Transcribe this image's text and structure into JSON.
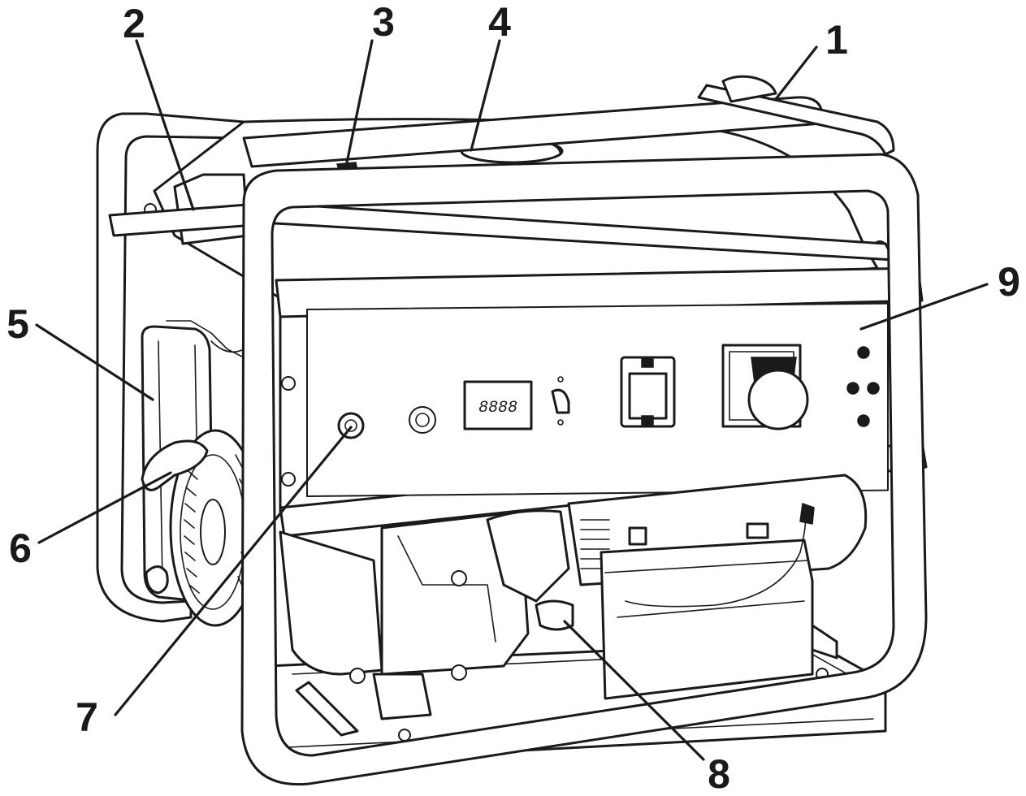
{
  "callouts": [
    {
      "id": "1",
      "label": "1"
    },
    {
      "id": "2",
      "label": "2"
    },
    {
      "id": "3",
      "label": "3"
    },
    {
      "id": "4",
      "label": "4"
    },
    {
      "id": "5",
      "label": "5"
    },
    {
      "id": "6",
      "label": "6"
    },
    {
      "id": "7",
      "label": "7"
    },
    {
      "id": "8",
      "label": "8"
    },
    {
      "id": "9",
      "label": "9"
    }
  ],
  "panel": {
    "display_value": "8888"
  }
}
